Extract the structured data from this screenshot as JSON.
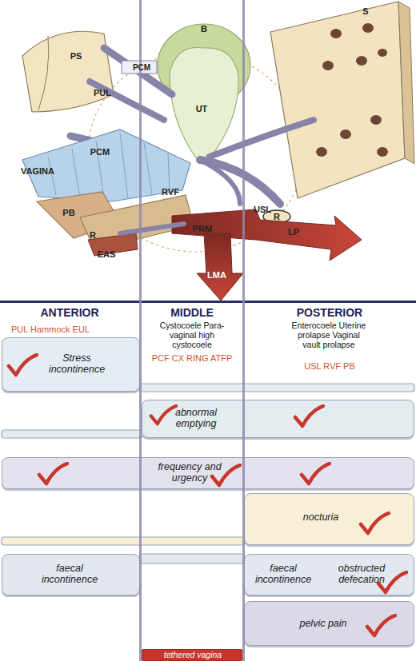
{
  "diagram": {
    "nodes": [
      {
        "text": [
          "Stress incontinence"
        ]
      },
      {
        "text": [
          "abnormal emptying"
        ]
      },
      {
        "text": [
          "frequency and urgency"
        ]
      },
      {
        "text": [
          "nocturia"
        ]
      },
      {
        "text": [
          "faecal incontinence"
        ]
      },
      {
        "text": [
          "faecal incontinence",
          "obstructed defecation"
        ]
      },
      {
        "text": [
          "pelvic pain"
        ]
      },
      {
        "text": [
          "tethered vagina"
        ]
      }
    ],
    "labels": [
      "PS",
      "PCM",
      "PUL",
      "PCM",
      "B",
      "UT",
      "VAGINA",
      "RVF",
      "USL",
      "R",
      "PB",
      "R",
      "EAS",
      "PRM",
      "LP",
      "LMA",
      "S",
      "ANTERIOR",
      "MIDDLE",
      "POSTERIOR",
      "PUL Hammock EUL",
      "Cystocoele Para-vaginal high cystocoele",
      "Enterocoele Uterine prolapse Vaginal vault prolapse",
      "PCF CX RING ATFP",
      "USL RVF PB"
    ]
  }
}
